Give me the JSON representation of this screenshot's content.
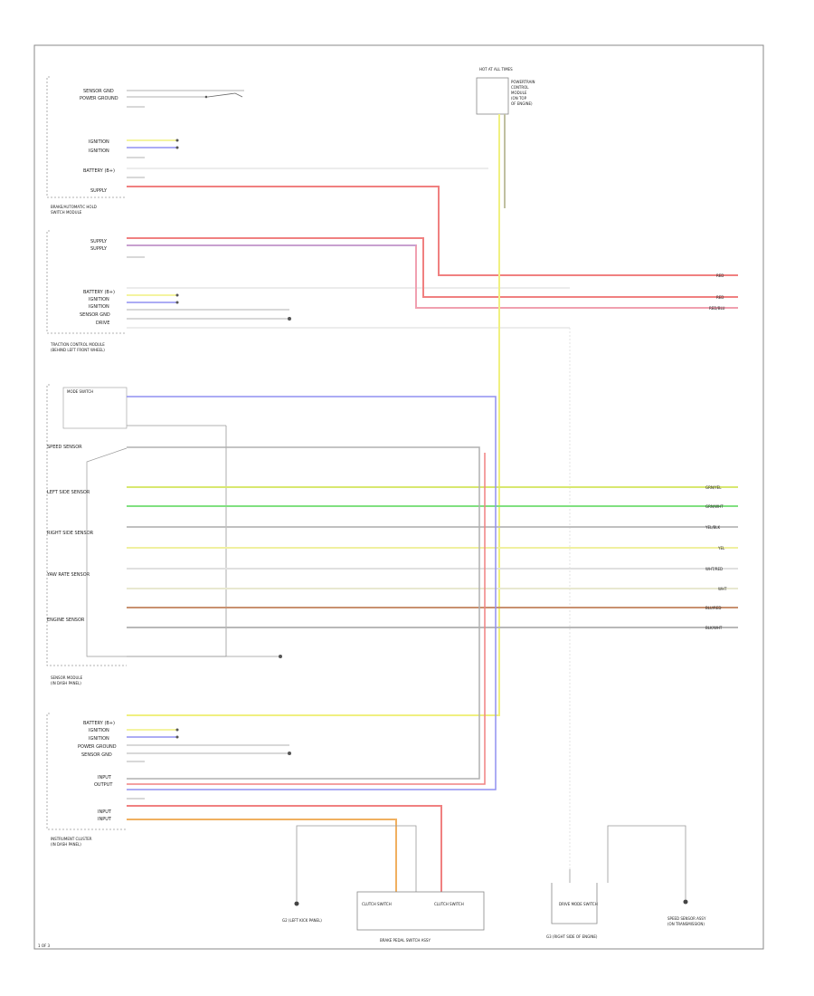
{
  "diagram": {
    "page_label": "1 OF 3",
    "colors": {
      "red": "#f08080",
      "pink": "#f0a0b0",
      "violet": "#a0a0f0",
      "yellow": "#f0f080",
      "green": "#80e080",
      "orange": "#f0b060",
      "brown": "#c89070",
      "gray": "#b0b0b0",
      "blue": "#9090f0",
      "border": "#888888"
    },
    "top_right_box": {
      "title": "HOT AT ALL TIMES",
      "lines": [
        "POWERTRAIN",
        "CONTROL",
        "MODULE",
        "(ON TOP",
        "OF ENGINE)"
      ]
    },
    "modules": [
      {
        "name": "BRAKE/AUTOMATIC HOLD",
        "sub": "SWITCH MODULE",
        "pins": [
          "SENSOR GND",
          "POWER GROUND",
          "IGNITION",
          "IGNITION",
          "BATTERY (B+)",
          "SUPPLY"
        ]
      },
      {
        "name": "TRACTION CONTROL MODULE",
        "sub": "(BEHIND LEFT FRONT WHEEL)",
        "pins": [
          "SUPPLY",
          "SUPPLY",
          "BATTERY (B+)",
          "IGNITION",
          "IGNITION",
          "SENSOR GND",
          "DRIVE"
        ]
      },
      {
        "name": "SENSOR MODULE",
        "sub": "(IN DASH PANEL)",
        "pins": [
          "MODE SWITCH",
          "SPEED SENSOR",
          "LEFT SIDE SENSOR",
          "RIGHT SIDE SENSOR",
          "YAW RATE SENSOR",
          "ENGINE SENSOR"
        ]
      },
      {
        "name": "INSTRUMENT CLUSTER",
        "sub": "(IN DASH PANEL)",
        "pins": [
          "BATTERY (B+)",
          "IGNITION",
          "IGNITION",
          "POWER GROUND",
          "SENSOR GND",
          "INPUT",
          "OUTPUT",
          "INPUT",
          "INPUT"
        ]
      }
    ],
    "right_labels": [
      "RED",
      "RED",
      "RED/BLU",
      "GRN/YEL",
      "GRN/WHT",
      "YEL/BLK",
      "YEL",
      "WHT/RED",
      "WHT",
      "BLU/RED",
      "BLK/WHT"
    ],
    "bottom_components": {
      "ground_left": "G2 (LEFT KICK PANEL)",
      "ground_right": "G3 (RIGHT SIDE OF ENGINE)",
      "switch_assembly": "DRIVE MODE SWITCH",
      "switch_a": "CLUTCH SWITCH",
      "switch_b": "CLUTCH SWITCH",
      "center_box": "BRAKE PEDAL SWITCH ASSY",
      "right_box": "SPEED SENSOR ASSY",
      "right_box_sub": "(ON TRANSMISSION)",
      "gnd_note": "HOT AT ALL TIMES"
    }
  }
}
